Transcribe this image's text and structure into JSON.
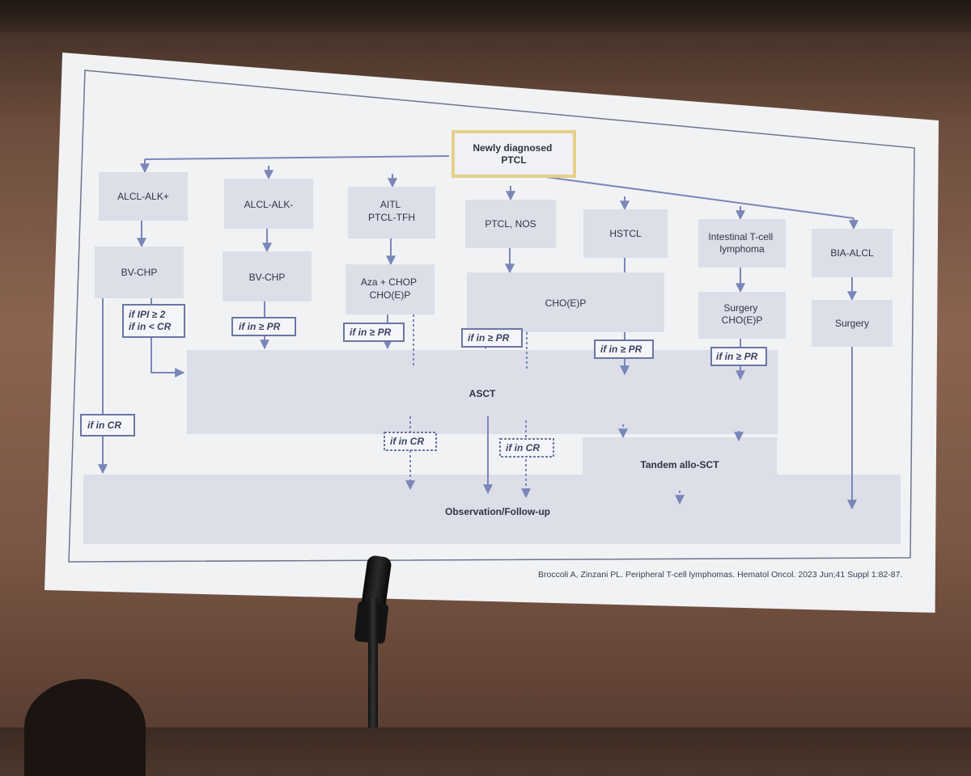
{
  "diagram": {
    "root": "Newly diagnosed\nPTCL",
    "subtypes": [
      "ALCL-ALK+",
      "ALCL-ALK-",
      "AITL\nPTCL-TFH",
      "PTCL, NOS",
      "HSTCL",
      "Intestinal T-cell\nlymphoma",
      "BIA-ALCL"
    ],
    "treatments": {
      "bv_chp_1": "BV-CHP",
      "bv_chp_2": "BV-CHP",
      "aza_chop": "Aza + CHOP\nCHO(E)P",
      "choep_wide": "CHO(E)P",
      "surgery_choep": "Surgery\nCHO(E)P",
      "surgery": "Surgery"
    },
    "conditions": {
      "ipi": "if IPI ≥ 2\nif in < CR",
      "pr": "if in ≥ PR",
      "cr": "if in CR"
    },
    "asct": "ASCT",
    "tandem": "Tandem allo-SCT",
    "observation": "Observation/Follow-up",
    "citation": "Broccoli A, Zinzani PL. Peripheral T-cell lymphomas. Hematol Oncol. 2023 Jun;41 Suppl 1:82-87."
  }
}
